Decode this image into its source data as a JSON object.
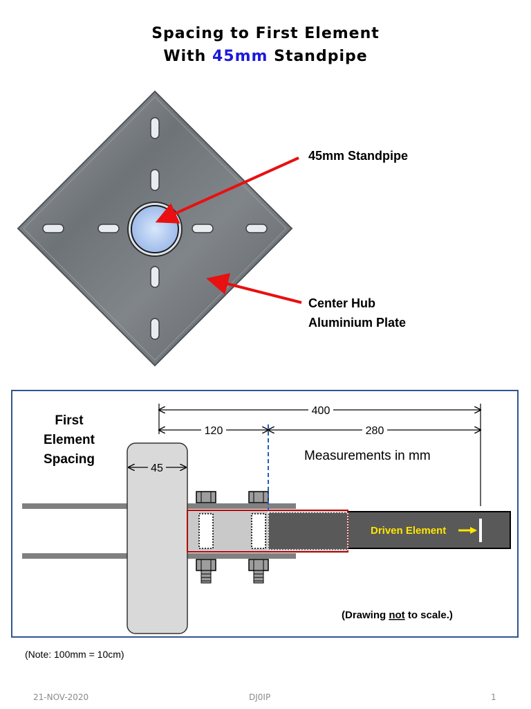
{
  "title": {
    "line1": "Spacing to First Element",
    "line2_prefix": "With ",
    "line2_accent": "45mm",
    "line2_suffix": " Standpipe"
  },
  "photo": {
    "label_standpipe": "45mm Standpipe",
    "label_hub_line1": "Center Hub",
    "label_hub_line2": "Aluminium Plate"
  },
  "diagram": {
    "heading_line1": "First",
    "heading_line2": "Element",
    "heading_line3": "Spacing",
    "dim_total": "400",
    "dim_left": "120",
    "dim_right": "280",
    "dim_pipe": "45",
    "units_note": "Measurements in mm",
    "driven_label": "Driven Element",
    "scale_note_prefix": "(Drawing ",
    "scale_note_emphasis": "not",
    "scale_note_suffix": " to scale.)"
  },
  "note": "(Note:  100mm = 10cm)",
  "footer": {
    "date": "21-NOV-2020",
    "callsign": "DJ0IP",
    "page": "1"
  },
  "colors": {
    "accent_blue": "#1a1adc",
    "arrow_red": "#e81010",
    "frame_border": "#2f5490",
    "driven_label": "#ffe600",
    "dashed_line": "#1f5cc8"
  }
}
